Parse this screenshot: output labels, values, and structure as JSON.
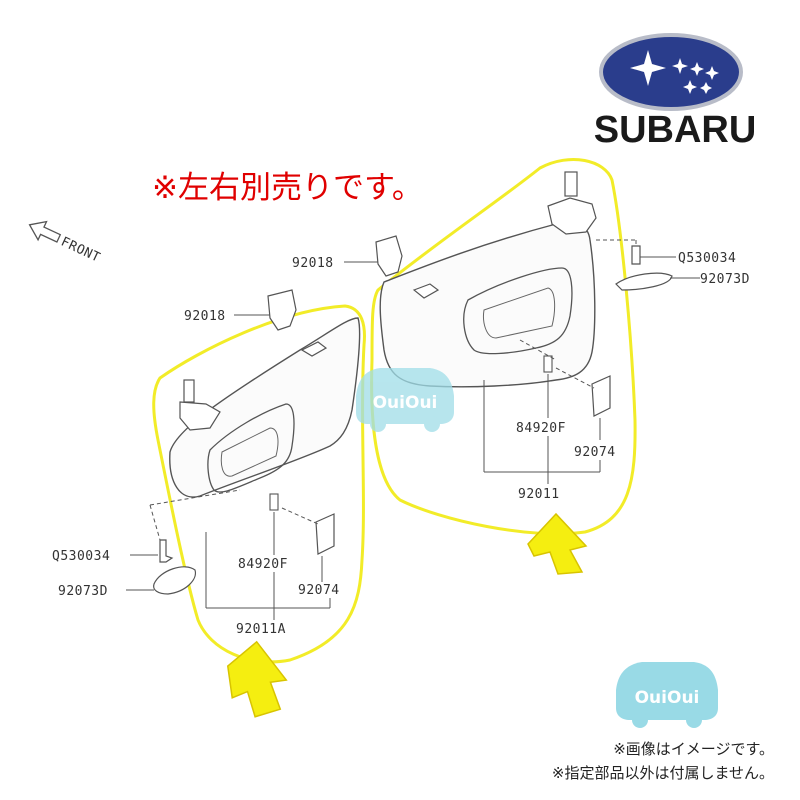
{
  "brand": {
    "name": "SUBARU",
    "logo_icon": "subaru-pleiades-icon",
    "oval_color": "#2a3d8c"
  },
  "notice": {
    "text": "※左右別売りです。",
    "color": "#e00000"
  },
  "direction": {
    "label": "FRONT"
  },
  "parts": {
    "left": {
      "clip": "92018",
      "screw": "Q530034",
      "cap": "92073D",
      "mirror": "84920F",
      "light": "92074",
      "assembly": "92011A"
    },
    "right": {
      "clip": "92018",
      "screw": "Q530034",
      "cap": "92073D",
      "mirror": "84920F",
      "light": "92074",
      "assembly": "92011"
    }
  },
  "highlight": {
    "outline_color": "#f2ec28",
    "arrow_color": "#f5ee10",
    "arrow_icon": "up-arrow-icon"
  },
  "watermark": {
    "text": "OuiOui",
    "color": "#7fd0e0"
  },
  "disclaimer": {
    "line1": "※画像はイメージです。",
    "line2": "※指定部品以外は付属しません。"
  }
}
